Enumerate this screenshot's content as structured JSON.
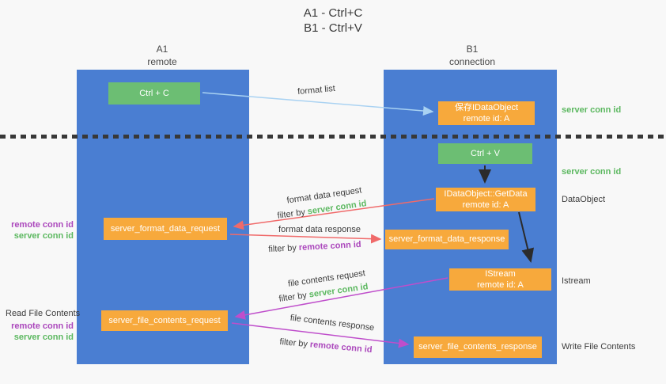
{
  "title": {
    "line1": "A1 - Ctrl+C",
    "line2": "B1 - Ctrl+V"
  },
  "lifelines": {
    "a1": {
      "name": "A1",
      "subtitle": "remote"
    },
    "b1": {
      "name": "B1",
      "subtitle": "connection"
    }
  },
  "nodes": {
    "ctrl_c": {
      "label": "Ctrl + C"
    },
    "save_idataobject": {
      "line1": "保存IDataObject",
      "line2": "remote id: A"
    },
    "ctrl_v": {
      "label": "Ctrl + V"
    },
    "getdata": {
      "line1": "IDataObject::GetData",
      "line2": "remote id: A"
    },
    "format_request": {
      "label": "server_format_data_request"
    },
    "format_response": {
      "label": "server_format_data_response"
    },
    "istream": {
      "line1": "IStream",
      "line2": "remote id: A"
    },
    "file_request": {
      "label": "server_file_contents_request"
    },
    "file_response": {
      "label": "server_file_contents_response"
    }
  },
  "arrow_labels": {
    "format_list": "format list",
    "format_data_request": "format data request",
    "format_data_request_filter_prefix": "filter by",
    "format_data_request_filter_key": "server conn id",
    "format_data_response": "format data response",
    "format_data_response_filter_prefix": "filter by",
    "format_data_response_filter_key": "remote conn id",
    "file_contents_request": "file contents request",
    "file_contents_request_filter_prefix": "filter by",
    "file_contents_request_filter_key": "server conn id",
    "file_contents_response": "file contents response",
    "file_contents_response_filter_prefix": "filter by",
    "file_contents_response_filter_key": "remote conn id"
  },
  "side_labels": {
    "left": {
      "remote_conn_id_1": "remote conn id",
      "server_conn_id_1": "server conn id",
      "read_file_contents": "Read File Contents",
      "remote_conn_id_2": "remote conn id",
      "server_conn_id_2": "server conn id"
    },
    "right": {
      "server_conn_id_1": "server conn id",
      "server_conn_id_2": "server conn id",
      "dataobject": "DataObject",
      "istream": "Istream",
      "write_file_contents": "Write File Contents"
    }
  },
  "colors": {
    "lifeline_blue": "#4a7ed2",
    "action_green": "#6cbe73",
    "node_orange": "#f7a93c",
    "arrow_red": "#f06a6a",
    "arrow_magenta": "#bf4ecb",
    "arrow_blue": "#a9d2f2",
    "arrow_black": "#2b2b2b",
    "text_green": "#5cb860",
    "text_purple": "#ab47bc",
    "background": "#f8f8f8"
  }
}
